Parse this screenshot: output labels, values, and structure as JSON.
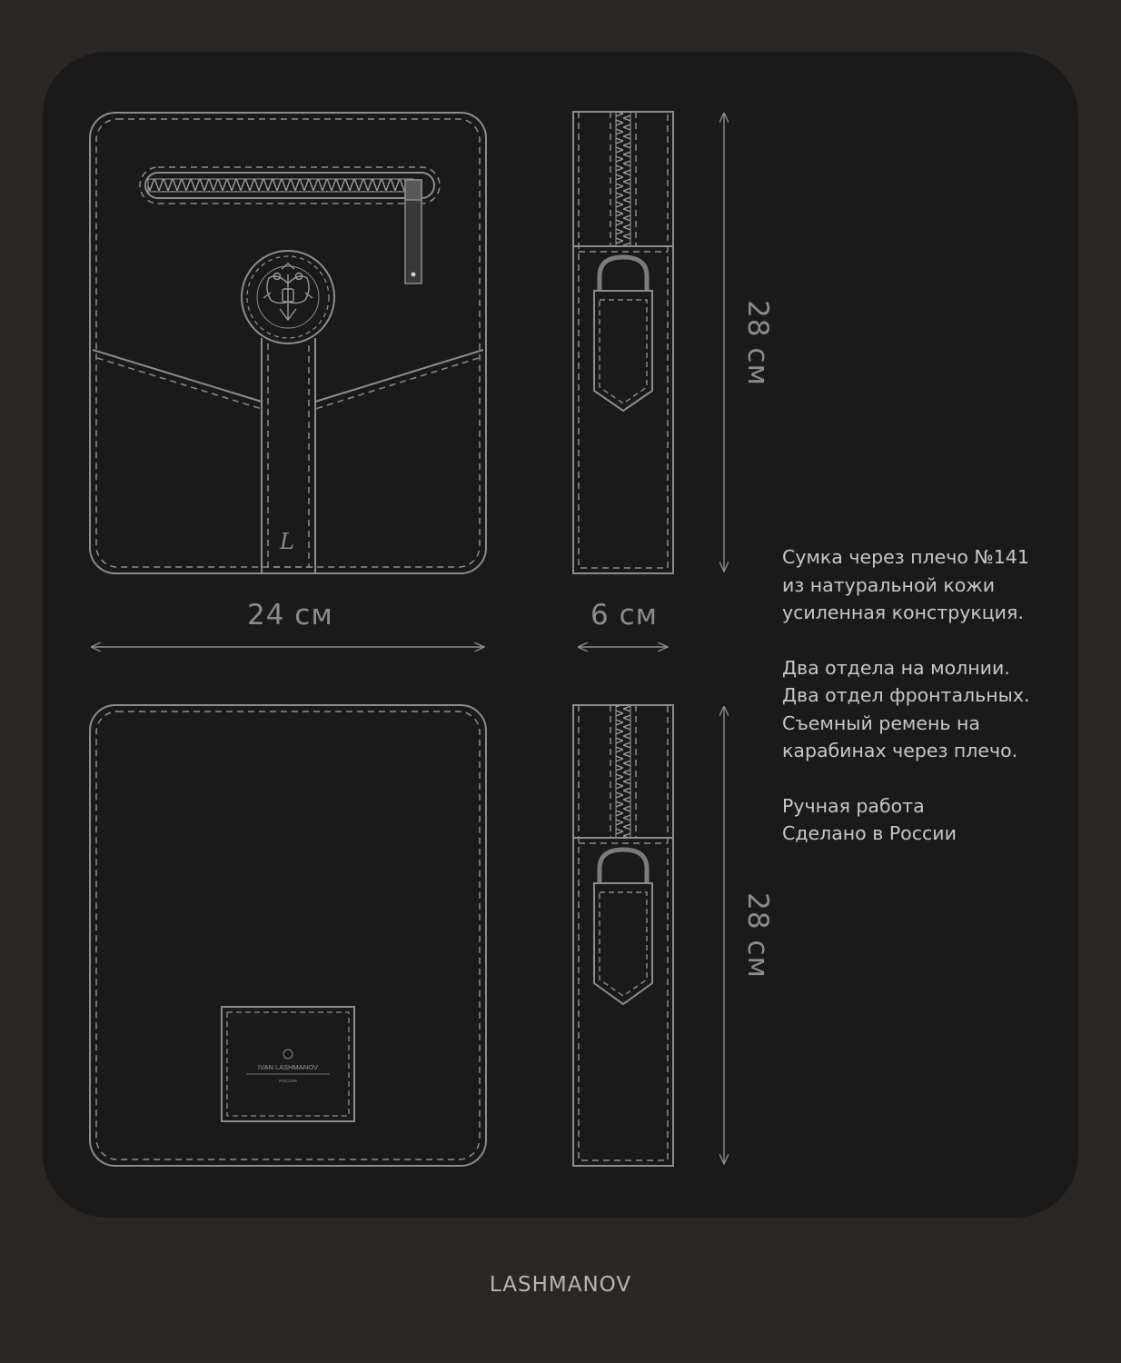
{
  "dimensions": {
    "front_width": "24 см",
    "side_width": "6 см",
    "height_top": "28 см",
    "height_bottom": "28 см"
  },
  "description": {
    "paragraph1": [
      "Сумка  через плечо №141",
      "из натуральной кожи",
      "усиленная конструкция."
    ],
    "paragraph2": [
      "Два отдела на молнии.",
      "Два отдел  фронтальных.",
      "Съемный ремень на",
      "карабинах через плечо."
    ],
    "paragraph3": [
      "Ручная работа",
      "Сделано в России"
    ]
  },
  "label_patch": {
    "name": "IVAN LASHMANOV",
    "country": "РОССИЯ"
  },
  "strap_monogram": "L",
  "brand": "LASHMANOV",
  "colors": {
    "page_bg": "#2b2725",
    "panel_bg": "#1b1a1a",
    "outline": "#8e8c8a",
    "text": "#c9c7c5"
  }
}
